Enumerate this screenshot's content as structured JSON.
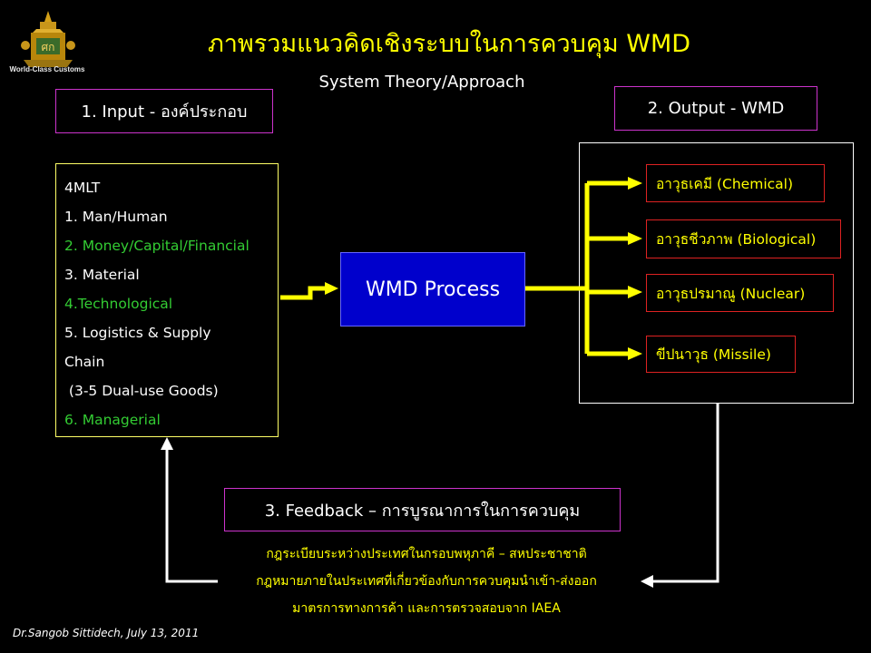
{
  "logo": {
    "text": "World-Class Customs",
    "icon": "customs-crest-icon"
  },
  "title": "ภาพรวมแนวคิดเชิงระบบในการควบคุม  WMD",
  "subtitle": "System Theory/Approach",
  "input_header": "1. Input - องค์ประกอบ",
  "output_header": "2. Output - WMD",
  "input_items": [
    "4MLT",
    "1. Man/Human",
    "2. Money/Capital/Financial",
    "3. Material",
    "4.Technological",
    "5. Logistics & Supply",
    "Chain",
    " (3-5 Dual-use Goods)",
    "6. Managerial"
  ],
  "process": "WMD Process",
  "weapons": [
    "อาวุธเคมี (Chemical)",
    "อาวุธชีวภาพ (Biological)",
    "อาวุธปรมาณู (Nuclear)",
    "ขีปนาวุธ (Missile)"
  ],
  "feedback_header": "3. Feedback – การบูรณาการในการควบคุม",
  "feedback_lines": [
    "กฎระเบียบระหว่างประเทศในกรอบพหุภาคี  – สหประชาชาติ",
    "กฎหมายภายในประเทศที่เกี่ยวข้องกับการควบคุมนำเข้า-ส่งออก",
    "มาตรการทางการค้า และการตรวจสอบจาก  IAEA"
  ],
  "author": "Dr.Sangob Sittidech,  July 13, 2011",
  "colors": {
    "title": "#ffff00",
    "box_border": "#cc33cc",
    "process_fill": "#0000cc",
    "weapon_border": "#dd2222",
    "accent_green": "#33cc33",
    "arrow": "#ffff00"
  }
}
